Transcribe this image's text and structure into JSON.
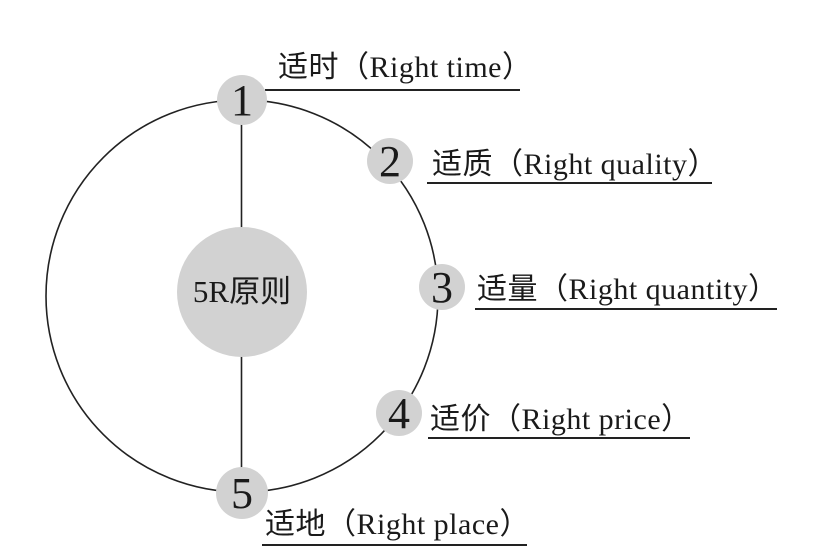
{
  "diagram": {
    "center_label": "5R原则",
    "colors": {
      "node_fill": "#d2d2d2",
      "line_color": "#222222",
      "text_color": "#1a1a1a",
      "background": "#ffffff"
    },
    "nodes": [
      {
        "number": "1",
        "label": "适时（Right time）"
      },
      {
        "number": "2",
        "label": "适质（Right quality）"
      },
      {
        "number": "3",
        "label": "适量（Right quantity）"
      },
      {
        "number": "4",
        "label": "适价（Right price）"
      },
      {
        "number": "5",
        "label": "适地（Right place）"
      }
    ]
  }
}
